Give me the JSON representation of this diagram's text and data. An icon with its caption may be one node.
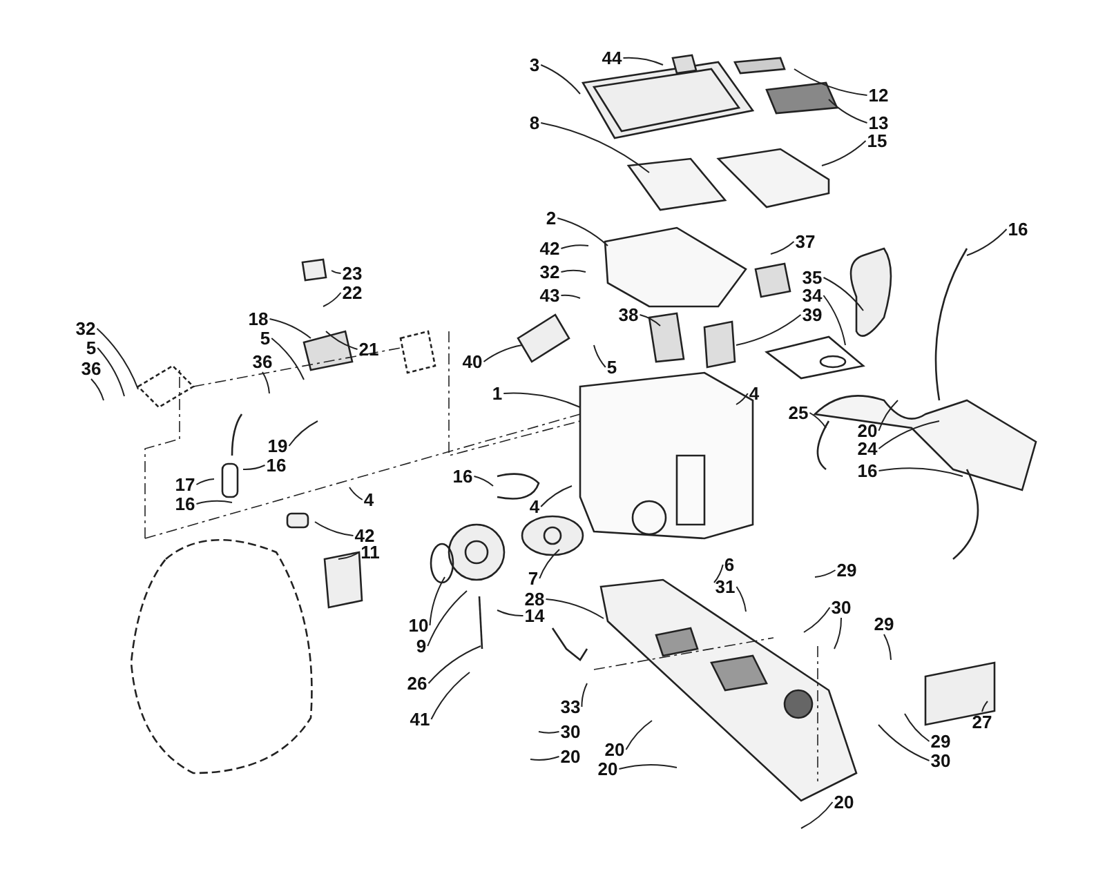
{
  "diagram": {
    "nodes": [
      {
        "text": [
          "3"
        ]
      },
      {
        "text": [
          "44"
        ]
      },
      {
        "text": [
          "12"
        ]
      },
      {
        "text": [
          "13"
        ]
      },
      {
        "text": [
          "8"
        ]
      },
      {
        "text": [
          "15"
        ]
      },
      {
        "text": [
          "2"
        ]
      },
      {
        "text": [
          "42"
        ]
      },
      {
        "text": [
          "32"
        ]
      },
      {
        "text": [
          "43"
        ]
      },
      {
        "text": [
          "38"
        ]
      },
      {
        "text": [
          "37"
        ]
      },
      {
        "text": [
          "35"
        ]
      },
      {
        "text": [
          "34"
        ]
      },
      {
        "text": [
          "39"
        ]
      },
      {
        "text": [
          "5"
        ]
      },
      {
        "text": [
          "40"
        ]
      },
      {
        "text": [
          "1"
        ]
      },
      {
        "text": [
          "4"
        ]
      },
      {
        "text": [
          "25"
        ]
      },
      {
        "text": [
          "16"
        ]
      },
      {
        "text": [
          "20"
        ]
      },
      {
        "text": [
          "24"
        ]
      },
      {
        "text": [
          "16"
        ]
      },
      {
        "text": [
          "23"
        ]
      },
      {
        "text": [
          "22"
        ]
      },
      {
        "text": [
          "18"
        ]
      },
      {
        "text": [
          "21"
        ]
      },
      {
        "text": [
          "5"
        ]
      },
      {
        "text": [
          "36"
        ]
      },
      {
        "text": [
          "32"
        ]
      },
      {
        "text": [
          "5"
        ]
      },
      {
        "text": [
          "36"
        ]
      },
      {
        "text": [
          "19"
        ]
      },
      {
        "text": [
          "16"
        ]
      },
      {
        "text": [
          "17"
        ]
      },
      {
        "text": [
          "16"
        ]
      },
      {
        "text": [
          "4"
        ]
      },
      {
        "text": [
          "42"
        ]
      },
      {
        "text": [
          "11"
        ]
      },
      {
        "text": [
          "16"
        ]
      },
      {
        "text": [
          "4"
        ]
      },
      {
        "text": [
          "7"
        ]
      },
      {
        "text": [
          "6"
        ]
      },
      {
        "text": [
          "31"
        ]
      },
      {
        "text": [
          "28"
        ]
      },
      {
        "text": [
          "14"
        ]
      },
      {
        "text": [
          "10"
        ]
      },
      {
        "text": [
          "9"
        ]
      },
      {
        "text": [
          "26"
        ]
      },
      {
        "text": [
          "41"
        ]
      },
      {
        "text": [
          "29"
        ]
      },
      {
        "text": [
          "30"
        ]
      },
      {
        "text": [
          "29"
        ]
      },
      {
        "text": [
          "33"
        ]
      },
      {
        "text": [
          "30"
        ]
      },
      {
        "text": [
          "20"
        ]
      },
      {
        "text": [
          "20"
        ]
      },
      {
        "text": [
          "20"
        ]
      },
      {
        "text": [
          "20"
        ]
      },
      {
        "text": [
          "27"
        ]
      },
      {
        "text": [
          "29"
        ]
      },
      {
        "text": [
          "30"
        ]
      }
    ],
    "edges": [
      {
        "from": 0,
        "to": null,
        "arrow": "none"
      },
      {
        "from": 1,
        "to": null,
        "arrow": "none"
      },
      {
        "from": 2,
        "to": null,
        "arrow": "none"
      },
      {
        "from": 3,
        "to": null,
        "arrow": "none"
      },
      {
        "from": 4,
        "to": null,
        "arrow": "none"
      },
      {
        "from": 5,
        "to": null,
        "arrow": "none"
      },
      {
        "from": 6,
        "to": null,
        "arrow": "none"
      },
      {
        "from": 7,
        "to": null,
        "arrow": "none"
      },
      {
        "from": 8,
        "to": null,
        "arrow": "none"
      },
      {
        "from": 9,
        "to": null,
        "arrow": "none"
      },
      {
        "from": 10,
        "to": null,
        "arrow": "none"
      },
      {
        "from": 11,
        "to": null,
        "arrow": "none"
      },
      {
        "from": 12,
        "to": null,
        "arrow": "none"
      },
      {
        "from": 13,
        "to": null,
        "arrow": "none"
      },
      {
        "from": 14,
        "to": null,
        "arrow": "none"
      },
      {
        "from": 15,
        "to": null,
        "arrow": "none"
      },
      {
        "from": 16,
        "to": null,
        "arrow": "none"
      },
      {
        "from": 17,
        "to": null,
        "arrow": "none"
      },
      {
        "from": 18,
        "to": null,
        "arrow": "none"
      },
      {
        "from": 19,
        "to": null,
        "arrow": "none"
      },
      {
        "from": 20,
        "to": null,
        "arrow": "none"
      },
      {
        "from": 21,
        "to": null,
        "arrow": "none"
      },
      {
        "from": 22,
        "to": null,
        "arrow": "none"
      },
      {
        "from": 23,
        "to": null,
        "arrow": "none"
      },
      {
        "from": 24,
        "to": null,
        "arrow": "none"
      },
      {
        "from": 25,
        "to": null,
        "arrow": "none"
      },
      {
        "from": 26,
        "to": null,
        "arrow": "none"
      },
      {
        "from": 27,
        "to": null,
        "arrow": "none"
      },
      {
        "from": 28,
        "to": null,
        "arrow": "none"
      },
      {
        "from": 29,
        "to": null,
        "arrow": "none"
      },
      {
        "from": 30,
        "to": null,
        "arrow": "none"
      },
      {
        "from": 31,
        "to": null,
        "arrow": "none"
      },
      {
        "from": 32,
        "to": null,
        "arrow": "none"
      },
      {
        "from": 33,
        "to": null,
        "arrow": "none"
      },
      {
        "from": 34,
        "to": null,
        "arrow": "none"
      },
      {
        "from": 35,
        "to": null,
        "arrow": "none"
      },
      {
        "from": 36,
        "to": null,
        "arrow": "none"
      },
      {
        "from": 37,
        "to": null,
        "arrow": "none"
      },
      {
        "from": 38,
        "to": null,
        "arrow": "none"
      },
      {
        "from": 39,
        "to": null,
        "arrow": "none"
      },
      {
        "from": 40,
        "to": null,
        "arrow": "none"
      },
      {
        "from": 41,
        "to": null,
        "arrow": "none"
      },
      {
        "from": 42,
        "to": null,
        "arrow": "none"
      },
      {
        "from": 43,
        "to": null,
        "arrow": "none"
      },
      {
        "from": 44,
        "to": null,
        "arrow": "none"
      },
      {
        "from": 45,
        "to": null,
        "arrow": "none"
      },
      {
        "from": 46,
        "to": null,
        "arrow": "none"
      },
      {
        "from": 47,
        "to": null,
        "arrow": "none"
      },
      {
        "from": 48,
        "to": null,
        "arrow": "none"
      },
      {
        "from": 49,
        "to": null,
        "arrow": "none"
      },
      {
        "from": 50,
        "to": null,
        "arrow": "none"
      },
      {
        "from": 51,
        "to": null,
        "arrow": "none"
      },
      {
        "from": 52,
        "to": null,
        "arrow": "none"
      },
      {
        "from": 52,
        "to": null,
        "arrow": "none"
      },
      {
        "from": 53,
        "to": null,
        "arrow": "none"
      },
      {
        "from": 54,
        "to": null,
        "arrow": "none"
      },
      {
        "from": 55,
        "to": null,
        "arrow": "none"
      },
      {
        "from": 56,
        "to": null,
        "arrow": "none"
      },
      {
        "from": 57,
        "to": null,
        "arrow": "none"
      },
      {
        "from": 58,
        "to": null,
        "arrow": "none"
      },
      {
        "from": 59,
        "to": null,
        "arrow": "none"
      },
      {
        "from": 60,
        "to": null,
        "arrow": "none"
      },
      {
        "from": 61,
        "to": null,
        "arrow": "none"
      },
      {
        "from": 62,
        "to": null,
        "arrow": "none"
      }
    ]
  }
}
